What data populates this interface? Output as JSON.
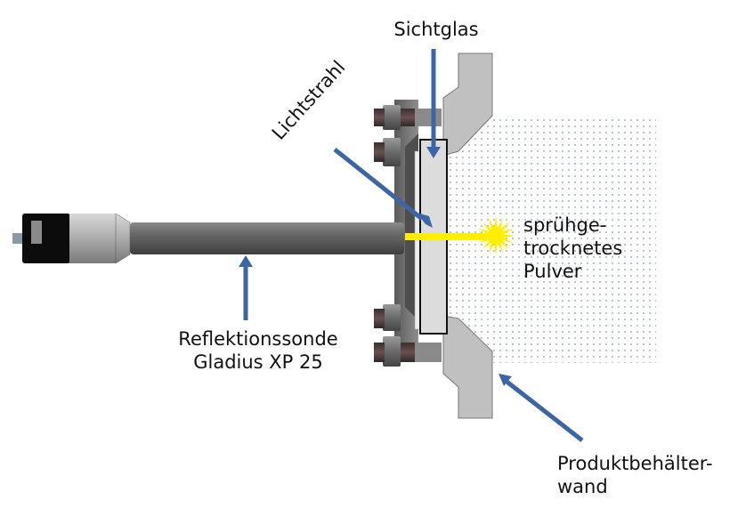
{
  "title": "Reflektionssonde im Sichtglas eines Produktbehälters",
  "labels": {
    "sichtglas": "Sichtglas",
    "lichtstrahl": "Lichtstrahl",
    "pulver": [
      "sprühge-",
      "trocknetes",
      "Pulver"
    ],
    "sonde": [
      "Reflektionssonde",
      "Gladius XP 25"
    ],
    "wand": [
      "Produktbehälter-",
      "wand"
    ]
  },
  "colors": {
    "arrow": "#3c65a6",
    "beam": "#ffee00",
    "bracket": "#c0c0c0",
    "glass": "#dcdcdc",
    "probe": "#5a5a5a",
    "powder_dot": "#8a9aa8"
  }
}
